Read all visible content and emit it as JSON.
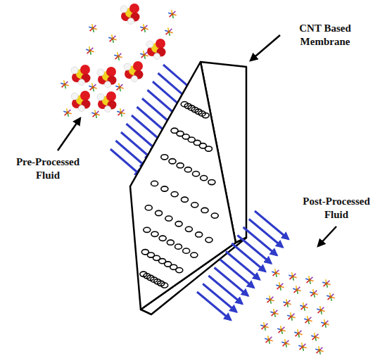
{
  "diagram": {
    "labels": [
      "CNT Based Membrane",
      "Pre-Processed Fluid",
      "Post-Processed Fluid"
    ]
  }
}
